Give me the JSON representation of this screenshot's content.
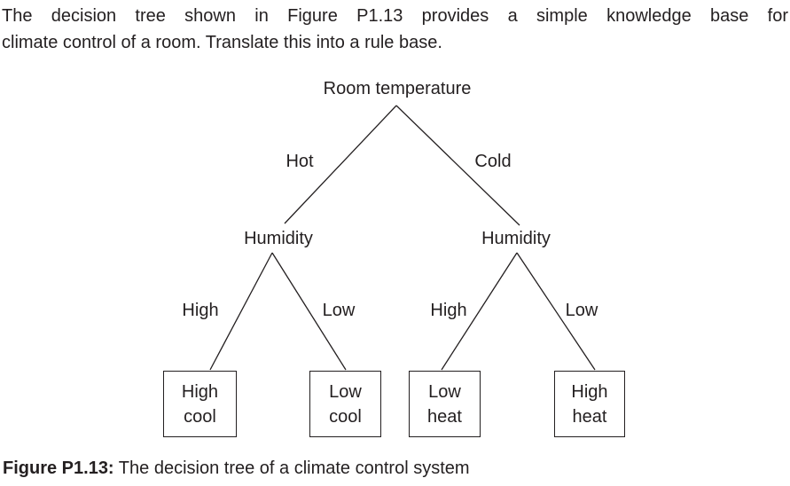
{
  "colors": {
    "text": "#231f20",
    "line": "#231f20",
    "background": "#ffffff"
  },
  "problem": {
    "line1": "The decision tree shown in Figure P1.13 provides a simple knowledge base for",
    "line2": "climate control of a room. Translate this into a rule base."
  },
  "tree": {
    "root_label": "Room temperature",
    "edges": {
      "hot": "Hot",
      "cold": "Cold",
      "left_high": "High",
      "left_low": "Low",
      "right_high": "High",
      "right_low": "Low"
    },
    "nodes": {
      "humidity_left": "Humidity",
      "humidity_right": "Humidity"
    },
    "leaves": [
      {
        "line1": "High",
        "line2": "cool"
      },
      {
        "line1": "Low",
        "line2": "cool"
      },
      {
        "line1": "Low",
        "line2": "heat"
      },
      {
        "line1": "High",
        "line2": "heat"
      }
    ]
  },
  "caption": {
    "label": "Figure P1.13:",
    "text": " The decision tree of a climate control system"
  }
}
